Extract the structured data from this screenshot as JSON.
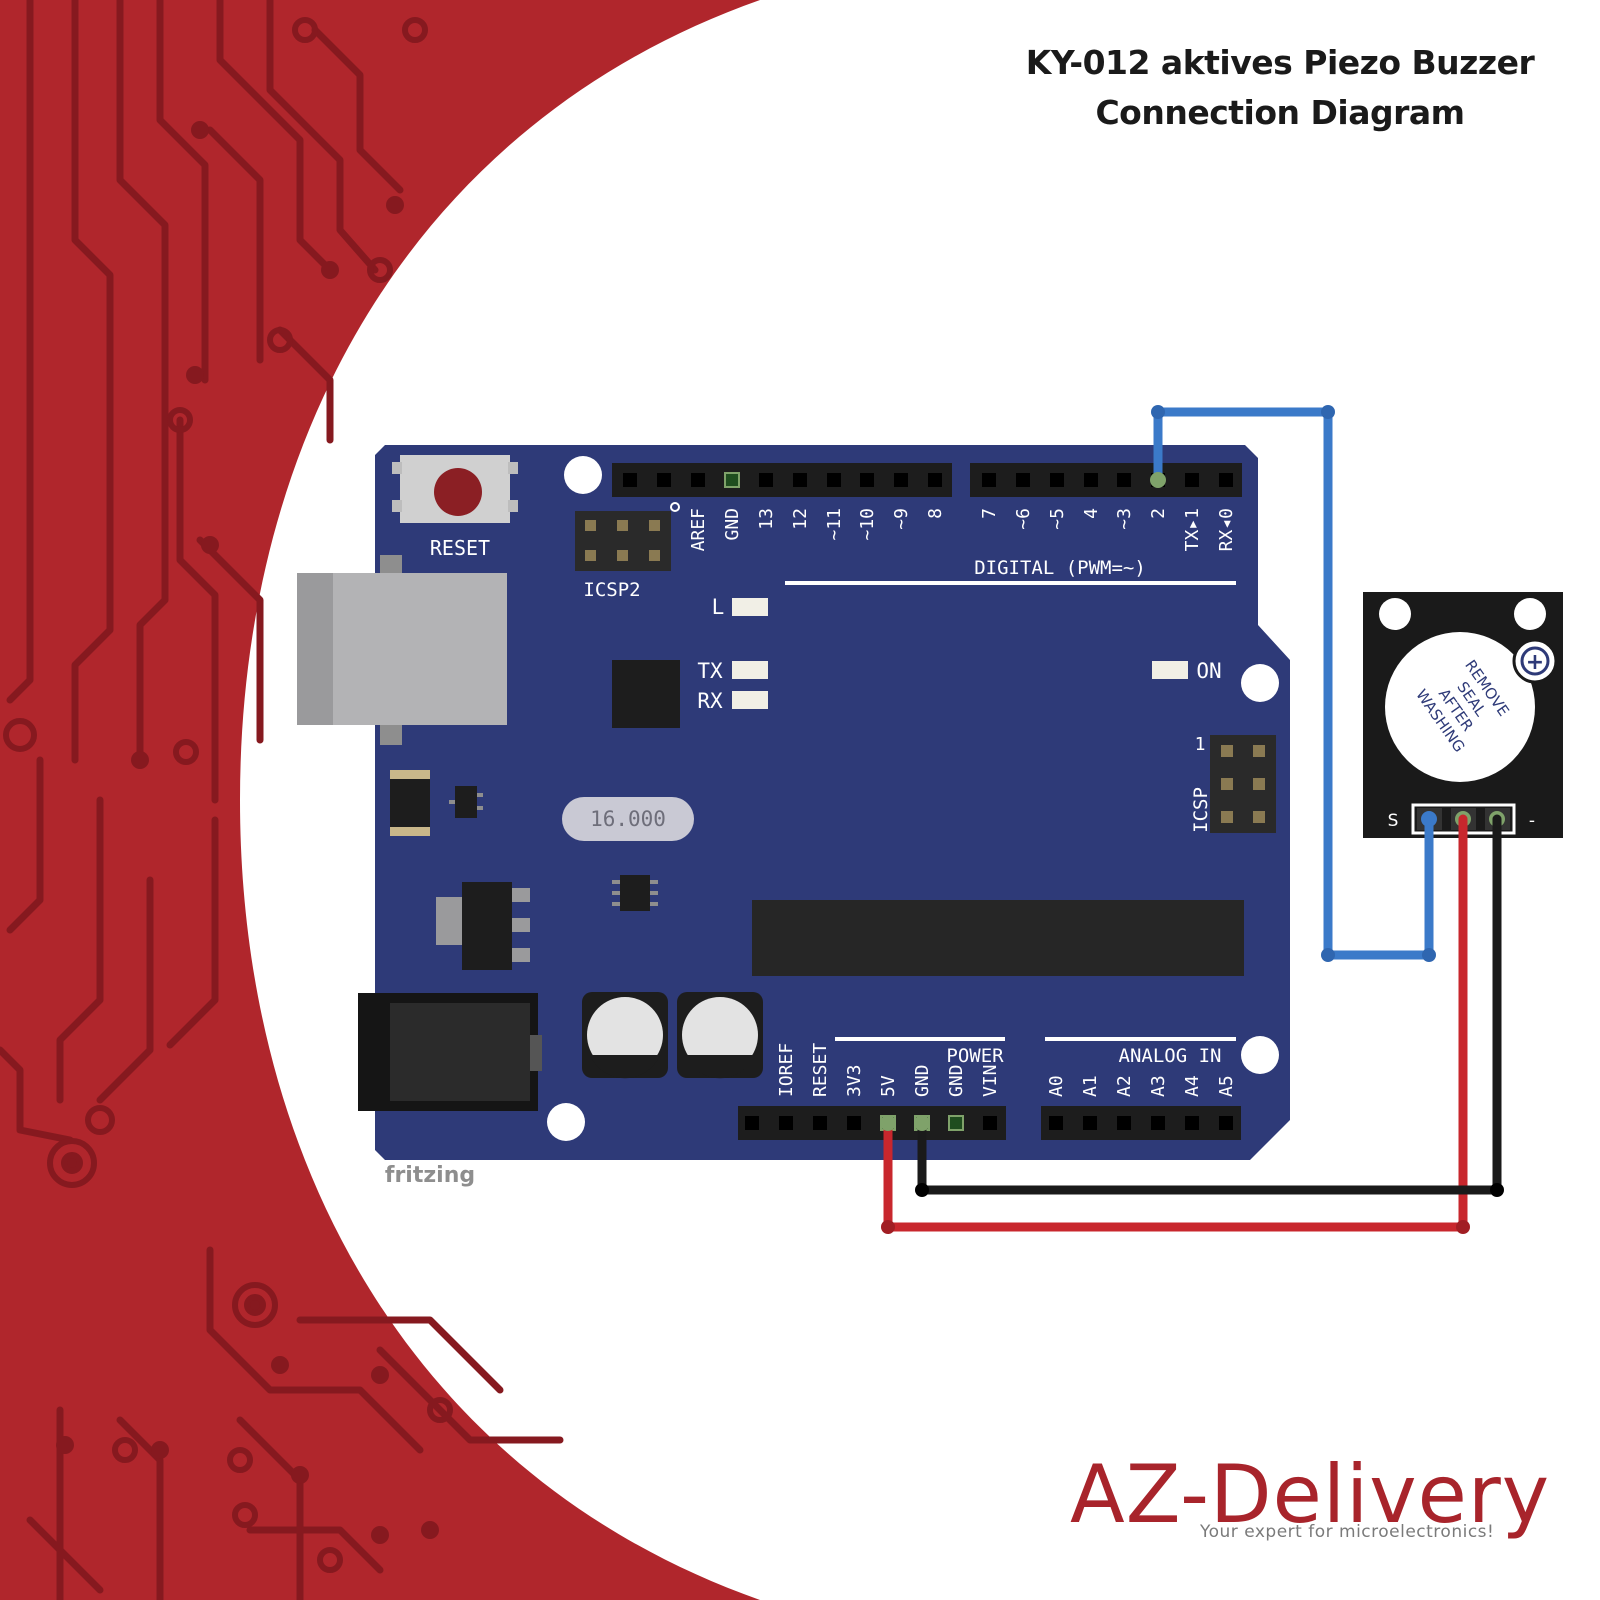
{
  "title": {
    "line1": "KY-012 aktives Piezo Buzzer",
    "line2": "Connection Diagram"
  },
  "logo": {
    "brand": "AZ-Delivery",
    "tagline": "Your expert for microelectronics!"
  },
  "colors": {
    "background_red": "#b0262c",
    "trace_dark_red": "#86191f",
    "board_blue": "#2e3a78",
    "signal_wire": "#3b7ac9",
    "power_wire": "#c8272d",
    "ground_wire": "#1a1a1a"
  },
  "arduino": {
    "reset_label": "RESET",
    "icsp2_label": "ICSP2",
    "icsp_label": "ICSP",
    "icsp_pin1": "1",
    "digital_label": "DIGITAL (PWM=~)",
    "digital_pins": [
      "AREF",
      "GND",
      "13",
      "12",
      "~11",
      "~10",
      "~9",
      "8",
      "7",
      "~6",
      "~5",
      "4",
      "~3",
      "2",
      "TX▸1",
      "RX◂0"
    ],
    "led_l": "L",
    "led_tx": "TX",
    "led_rx": "RX",
    "led_on": "ON",
    "crystal": "16.000",
    "power_label": "POWER",
    "power_pins": [
      "IOREF",
      "RESET",
      "3V3",
      "5V",
      "GND",
      "GND",
      "VIN"
    ],
    "analog_label": "ANALOG IN",
    "analog_pins": [
      "A0",
      "A1",
      "A2",
      "A3",
      "A4",
      "A5"
    ],
    "fritzing": "fritzing"
  },
  "buzzer_module": {
    "seal_lines": [
      "REMOVE",
      "SEAL",
      "AFTER",
      "WASHING"
    ],
    "plus_symbol": "+",
    "pin_s": "S",
    "pin_minus": "-"
  },
  "connections": [
    {
      "from": "Arduino 2",
      "to": "S",
      "color": "blue"
    },
    {
      "from": "Arduino 5V",
      "to": "middle pin",
      "color": "red"
    },
    {
      "from": "Arduino GND",
      "to": "-",
      "color": "black"
    }
  ]
}
